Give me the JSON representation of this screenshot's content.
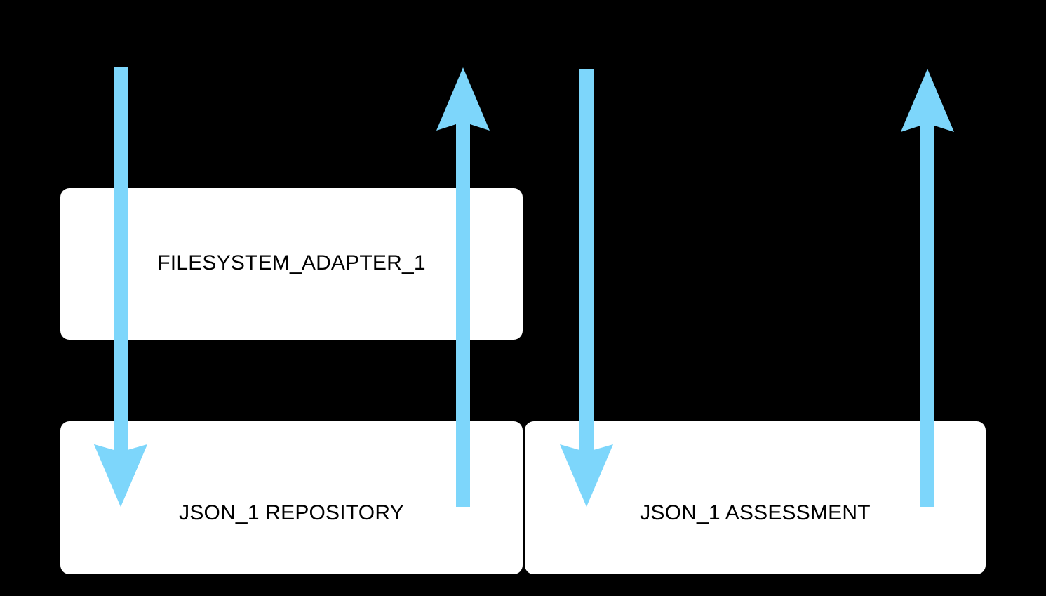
{
  "diagram": {
    "type": "sequence-style-flow-diagram",
    "background_color": "#000000",
    "node_fill_color": "#ffffff",
    "node_text_color": "#000000",
    "arrow_color": "#7dd6fb",
    "nodes": [
      {
        "id": "filesystem-adapter",
        "label": "FILESYSTEM_ADAPTER_1"
      },
      {
        "id": "json-repository",
        "label": "JSON_1 REPOSITORY"
      },
      {
        "id": "json-assessment",
        "label": "JSON_1 ASSESSMENT"
      }
    ],
    "arrows": [
      {
        "id": "arrow-down-left",
        "direction": "down",
        "label": ""
      },
      {
        "id": "arrow-up-left",
        "direction": "up",
        "label": ""
      },
      {
        "id": "arrow-down-right",
        "direction": "down",
        "label": ""
      },
      {
        "id": "arrow-up-right",
        "direction": "up",
        "label": ""
      }
    ]
  }
}
